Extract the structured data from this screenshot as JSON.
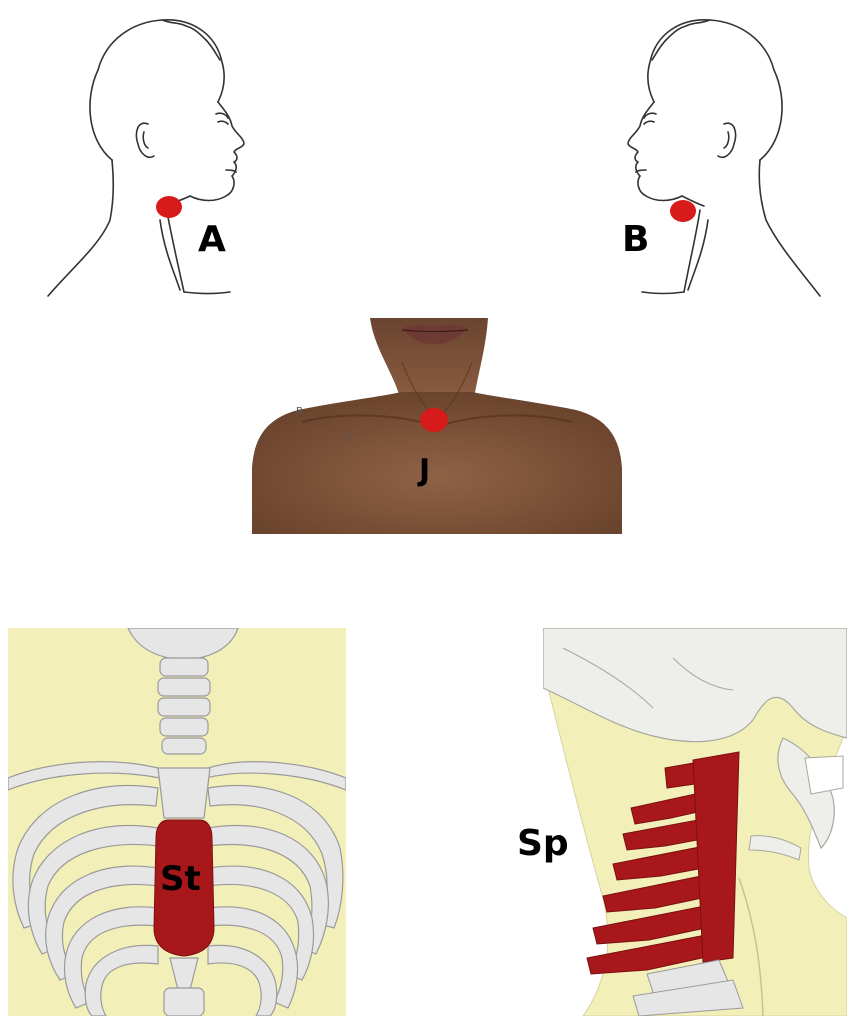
{
  "labels": {
    "A": "A",
    "B": "B",
    "J": "J",
    "St": "St",
    "Sp": "Sp",
    "small_B": "B",
    "small_A": "A"
  },
  "colors": {
    "marker": "#d71a1a",
    "bone_region": "#a8181b",
    "skin": "#7a4f35",
    "skin_dark": "#5a3622",
    "lips": "#6e3a33",
    "background_pale": "#f3efb8",
    "bone": "#e6e6e6",
    "bone_stroke": "#9a9a9a",
    "line_art": "#333333"
  }
}
